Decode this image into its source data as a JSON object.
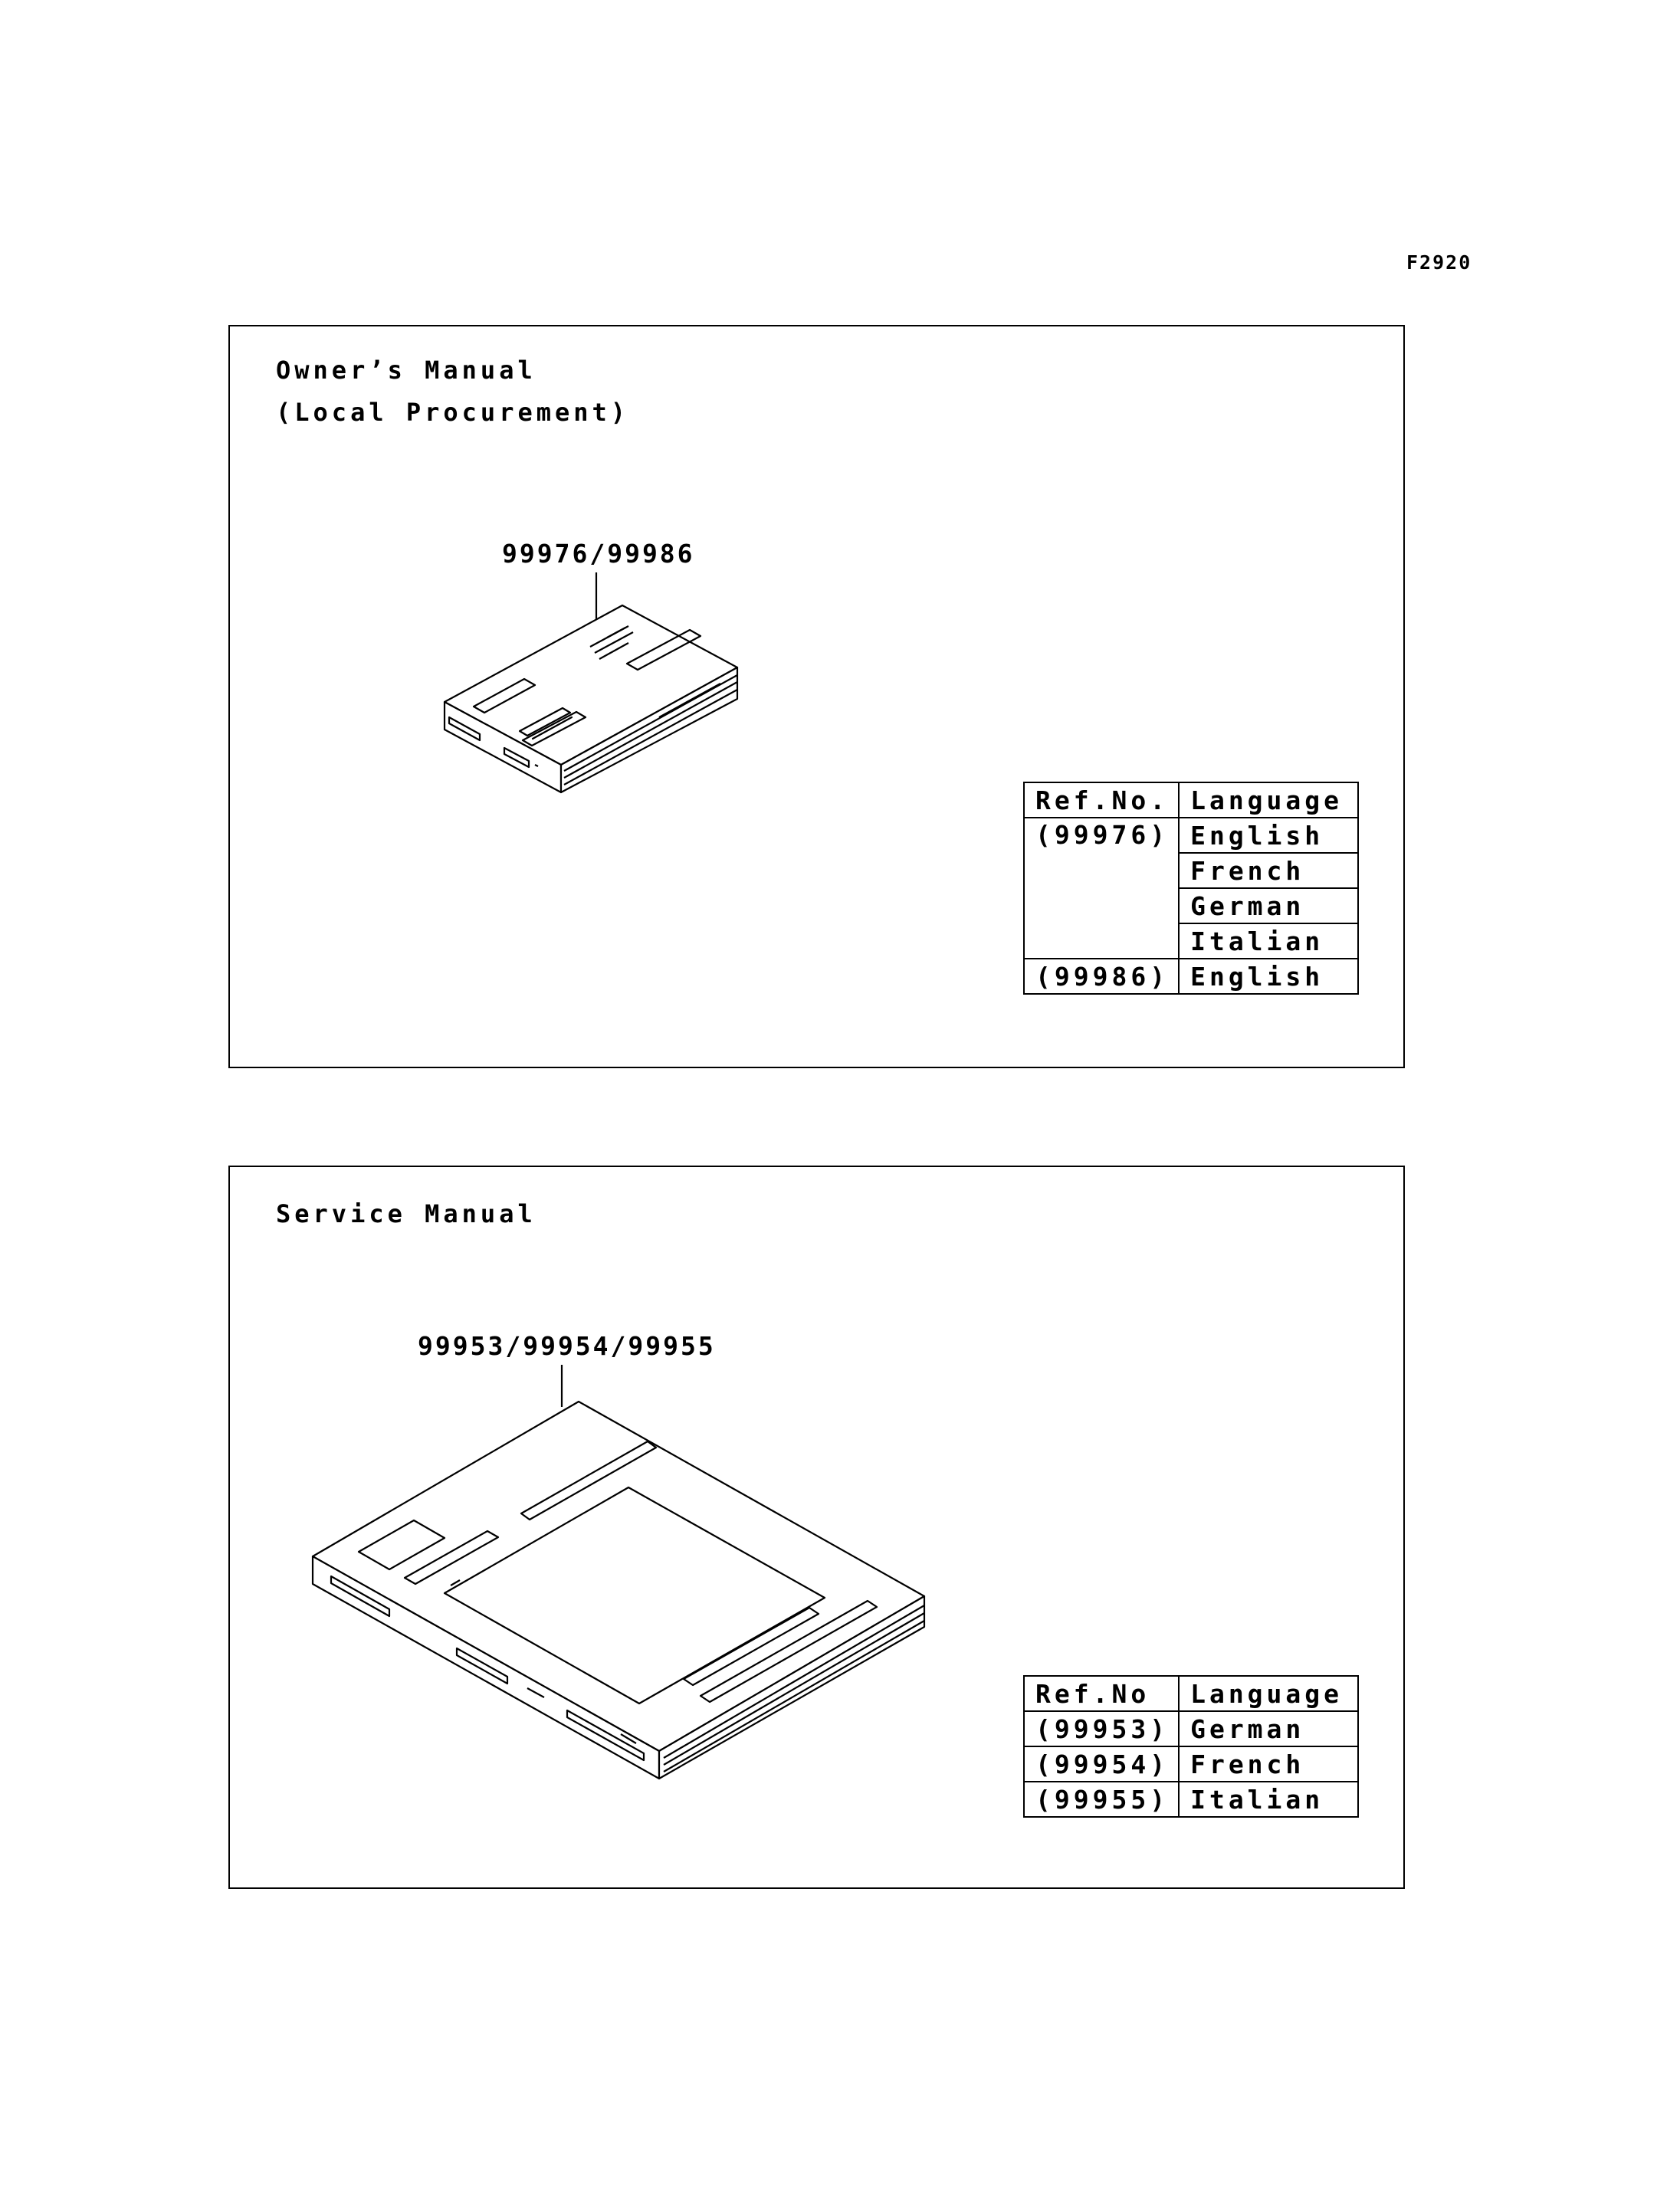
{
  "figure_code": "F2920",
  "owners_manual": {
    "title_line1": "Owner’s Manual",
    "title_line2": "(Local Procurement)",
    "callout": "99976/99986",
    "table": {
      "headers": [
        "Ref.No.",
        "Language"
      ],
      "rows": [
        {
          "ref": "(99976)",
          "languages": [
            "English",
            "French",
            "German",
            "Italian"
          ]
        },
        {
          "ref": "(99986)",
          "languages": [
            "English"
          ]
        }
      ]
    }
  },
  "service_manual": {
    "title": "Service Manual",
    "callout": "99953/99954/99955",
    "table": {
      "headers": [
        "Ref.No",
        "Language"
      ],
      "rows": [
        {
          "ref": "(99953)",
          "language": "German"
        },
        {
          "ref": "(99954)",
          "language": "French"
        },
        {
          "ref": "(99955)",
          "language": "Italian"
        }
      ]
    }
  }
}
